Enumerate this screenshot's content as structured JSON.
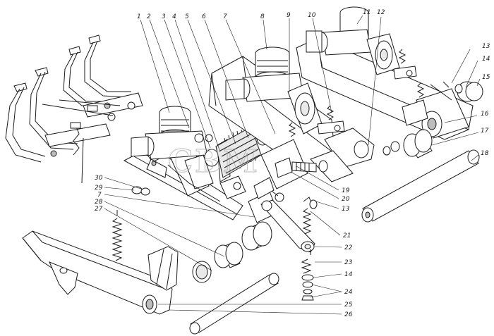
{
  "diagram": {
    "watermark": "СВМ",
    "callouts": [
      "1",
      "2",
      "3",
      "4",
      "5",
      "6",
      "7",
      "8",
      "9",
      "10",
      "11",
      "12",
      "13",
      "14",
      "15",
      "16",
      "17",
      "18",
      "19",
      "20",
      "13",
      "21",
      "22",
      "23",
      "14",
      "24",
      "25",
      "26",
      "27",
      "28",
      "7",
      "29",
      "30"
    ]
  }
}
